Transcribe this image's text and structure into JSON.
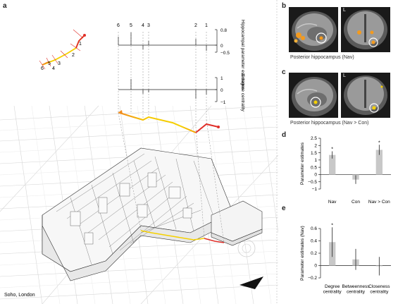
{
  "panels": {
    "a": "a",
    "b": "b",
    "c": "c",
    "d": "d",
    "e": "e"
  },
  "panel_a": {
    "location_label": "Soho, London",
    "route_numbers": [
      "6",
      "5",
      "4",
      "3",
      "2",
      "1"
    ],
    "inset_route_numbers": [
      "1",
      "2",
      "3",
      "4",
      "5",
      "6"
    ],
    "top_plot": {
      "ylabel": "Hippocampal parameter estimates",
      "ticks": [
        "0.8",
        "0",
        "−0.5"
      ]
    },
    "mid_plot": {
      "ylabel": "Δ degree centrality",
      "ticks": [
        "1",
        "0",
        "−1"
      ]
    }
  },
  "panel_b": {
    "caption": "Posterior hippocampus (Nav)",
    "side_label": "L"
  },
  "panel_c": {
    "caption": "Posterior hippocampus (Nav > Con)",
    "side_label": "L"
  },
  "chart_data": [
    {
      "panel": "d",
      "type": "bar",
      "categories": [
        "Nav",
        "Con",
        "Nav > Con"
      ],
      "values": [
        1.35,
        -0.35,
        1.7
      ],
      "errors": [
        0.25,
        0.3,
        0.35
      ],
      "significant": [
        true,
        false,
        true
      ],
      "ylabel": "Parameter estimates",
      "ylim": [
        -1,
        2.5
      ],
      "yticks": [
        "2.5",
        "2",
        "1.5",
        "1",
        "0.5",
        "0",
        "−0.5",
        "−1"
      ],
      "ytick_values": [
        2.5,
        2,
        1.5,
        1,
        0.5,
        0,
        -0.5,
        -1
      ]
    },
    {
      "panel": "e",
      "type": "bar",
      "categories": [
        "Degree centrality",
        "Betweenness centrality",
        "Closeness centrality"
      ],
      "category_lines": [
        [
          "Degree",
          "centrality"
        ],
        [
          "Betweenness",
          "centrality"
        ],
        [
          "Closeness",
          "centrality"
        ]
      ],
      "values": [
        0.38,
        0.1,
        -0.01
      ],
      "errors": [
        0.24,
        0.17,
        0.15
      ],
      "significant": [
        true,
        false,
        false
      ],
      "ylabel": "Parameter estimates (Nav)",
      "ylim": [
        -0.2,
        0.6
      ],
      "yticks": [
        "0.6",
        "0.4",
        "0.2",
        "0",
        "−0.2"
      ],
      "ytick_values": [
        0.6,
        0.4,
        0.2,
        0,
        -0.2
      ]
    }
  ],
  "significance_marker": "*",
  "colors": {
    "bar": "#c8c8c8",
    "route_red": "#e0302a",
    "route_orange": "#f28c1c",
    "route_yellow": "#f5d000",
    "activation_orange": "#f39a1e",
    "roi_circle": "#ffffff"
  }
}
